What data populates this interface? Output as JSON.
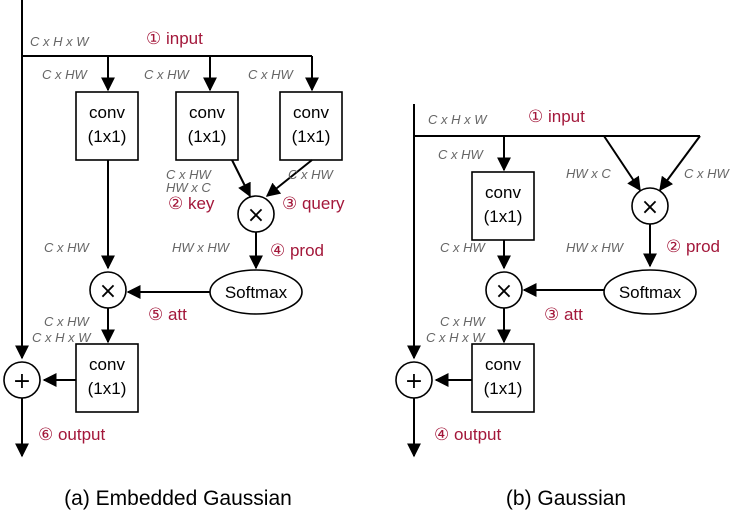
{
  "panel_a": {
    "caption": "(a) Embedded Gaussian",
    "dims": {
      "input": "C x H x W",
      "branch_left": "C x HW",
      "branch_mid": "C x HW",
      "branch_right": "C x HW",
      "key_a": "C x HW",
      "key_b": "HW x C",
      "query": "C x HW",
      "prod": "HW x HW",
      "left_conv_out": "C x HW",
      "att_a": "C x HW",
      "att_b": "C x H x W"
    },
    "steps": {
      "input": "① input",
      "key": "② key",
      "query": "③ query",
      "prod": "④ prod",
      "att": "⑤ att",
      "output": "⑥ output"
    },
    "conv_line1": "conv",
    "conv_line2": "(1x1)",
    "softmax": "Softmax",
    "multiply_op": "×",
    "add_op": "+"
  },
  "panel_b": {
    "caption": "(b) Gaussian",
    "dims": {
      "input": "C x H x W",
      "branch_left": "C x HW",
      "mul_left": "HW x C",
      "mul_right": "C x HW",
      "prod": "HW x HW",
      "conv_out": "C x HW",
      "att_a": "C x HW",
      "att_b": "C x H x W"
    },
    "steps": {
      "input": "① input",
      "prod": "② prod",
      "att": "③ att",
      "output": "④ output"
    },
    "conv_line1": "conv",
    "conv_line2": "(1x1)",
    "softmax": "Softmax",
    "multiply_op": "×",
    "add_op": "+"
  }
}
